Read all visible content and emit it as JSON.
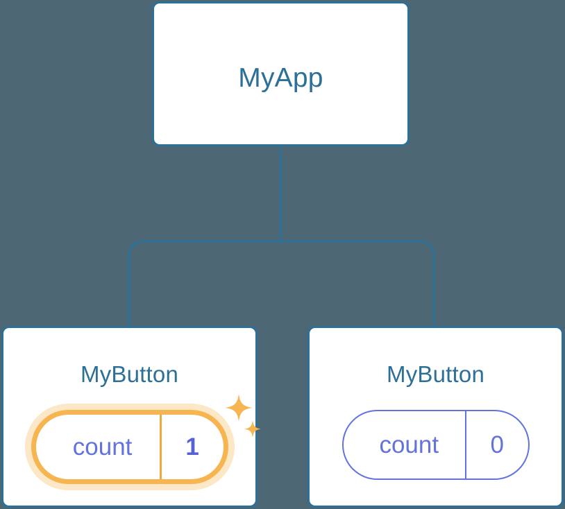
{
  "diagram": {
    "type": "component-tree",
    "background_color": "#4c6674",
    "node_border_color": "#2d7097",
    "node_title_color": "#2d7097",
    "connector_color": "#2d7097",
    "state_color": "#6272de",
    "highlight_color": "#f7b551",
    "highlight_glow_color": "#fadfb0"
  },
  "root": {
    "title": "MyApp"
  },
  "children": [
    {
      "title": "MyButton",
      "state": {
        "key": "count",
        "value": "1"
      },
      "highlighted": true,
      "sparkle_icon": "sparkles-icon"
    },
    {
      "title": "MyButton",
      "state": {
        "key": "count",
        "value": "0"
      },
      "highlighted": false
    }
  ]
}
